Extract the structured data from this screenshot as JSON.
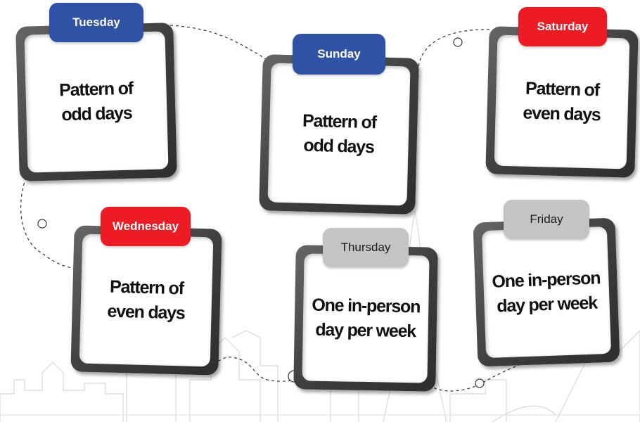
{
  "days": [
    {
      "tag": "Tuesday",
      "text": "Pattern of\nodd days",
      "tag_color": "#2f52a4"
    },
    {
      "tag": "Sunday",
      "text": "Pattern of\nodd days",
      "tag_color": "#2f52a4"
    },
    {
      "tag": "Saturday",
      "text": "Pattern of\neven days",
      "tag_color": "#ed1c24"
    },
    {
      "tag": "Wednesday",
      "text": "Pattern of\neven days",
      "tag_color": "#ed1c24"
    },
    {
      "tag": "Thursday",
      "text": "One in-person\nday per week",
      "tag_color": "#c4c4c4"
    },
    {
      "tag": "Friday",
      "text": "One in-person\nday per week",
      "tag_color": "#c4c4c4"
    }
  ],
  "colors": {
    "frame": "#3d3d3d",
    "odd_tag": "#2f52a4",
    "even_tag": "#ed1c24",
    "weekly_tag": "#c4c4c4"
  }
}
